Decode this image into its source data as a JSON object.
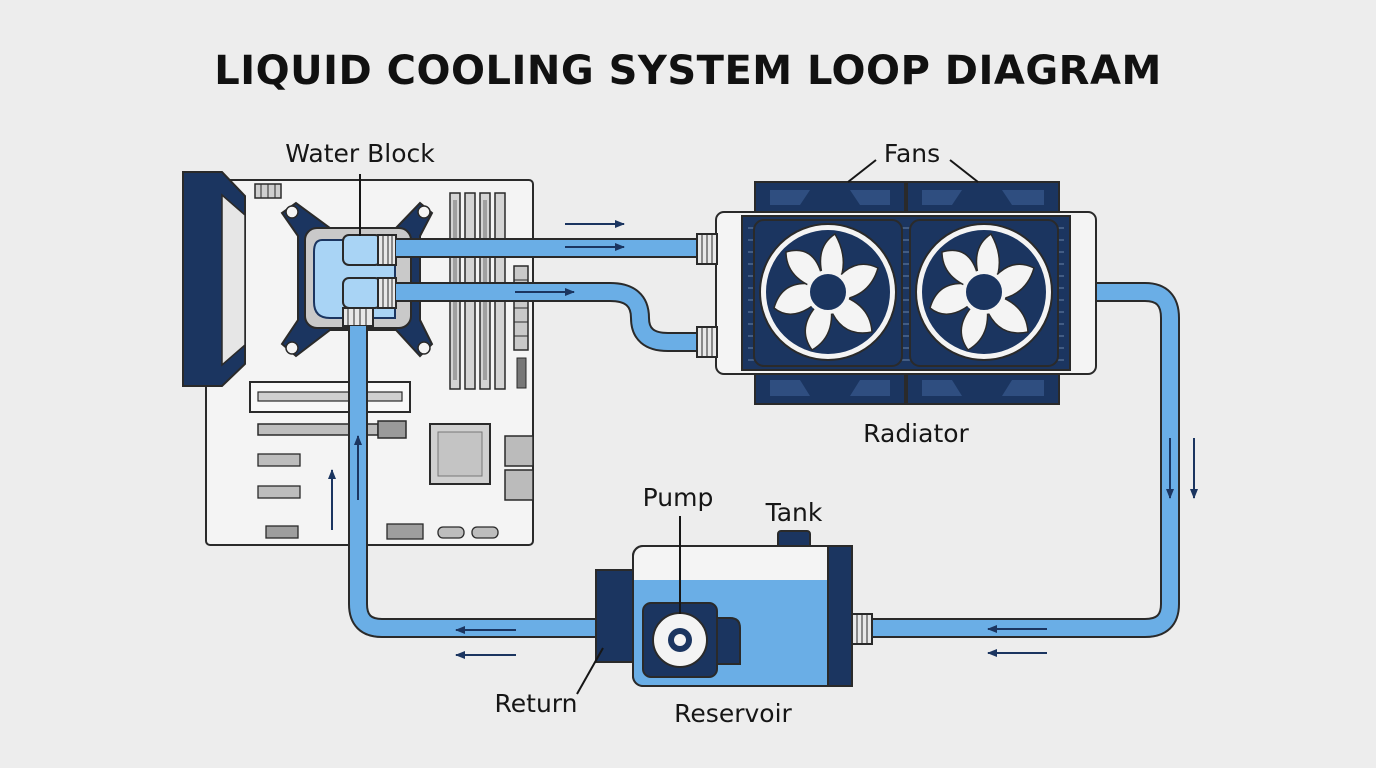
{
  "title": "LIQUID COOLING SYSTEM LOOP DIAGRAM",
  "labels": {
    "water_block": "Water Block",
    "fans": "Fans",
    "radiator": "Radiator",
    "pump": "Pump",
    "tank": "Tank",
    "return": "Return",
    "reservoir": "Reservoir"
  },
  "colors": {
    "navy": "#1b3560",
    "tube": "#6aaee6",
    "tube_light": "#a9d4f5",
    "board": "#f4f4f4",
    "outline": "#2a2a2a",
    "background": "#ededed"
  }
}
